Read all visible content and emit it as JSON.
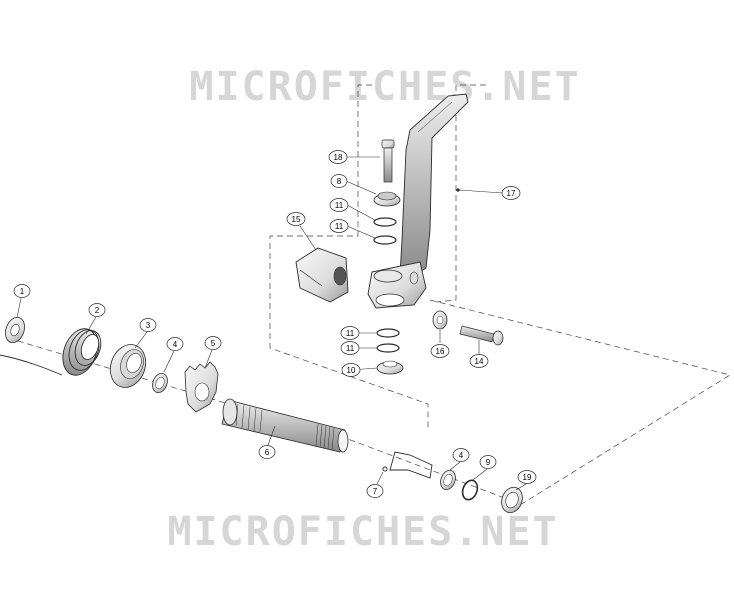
{
  "watermark": {
    "text": "MICROFICHES.NET",
    "color": "#d4d4d4"
  },
  "callouts": {
    "c1": "1",
    "c2": "2",
    "c3": "3",
    "c4a": "4",
    "c5": "5",
    "c6": "6",
    "c7": "7",
    "c4b": "4",
    "c9": "9",
    "c19": "19",
    "c8": "8",
    "c10": "10",
    "c11a": "11",
    "c11b": "11",
    "c11c": "11",
    "c11d": "11",
    "c14": "14",
    "c15": "15",
    "c16": "16",
    "c17": "17",
    "c18": "18"
  },
  "colors": {
    "line": "#2a2a2a",
    "part_fill": "#f2f2f2",
    "part_shade": "#c8c8c8",
    "dashed": "#444444"
  }
}
